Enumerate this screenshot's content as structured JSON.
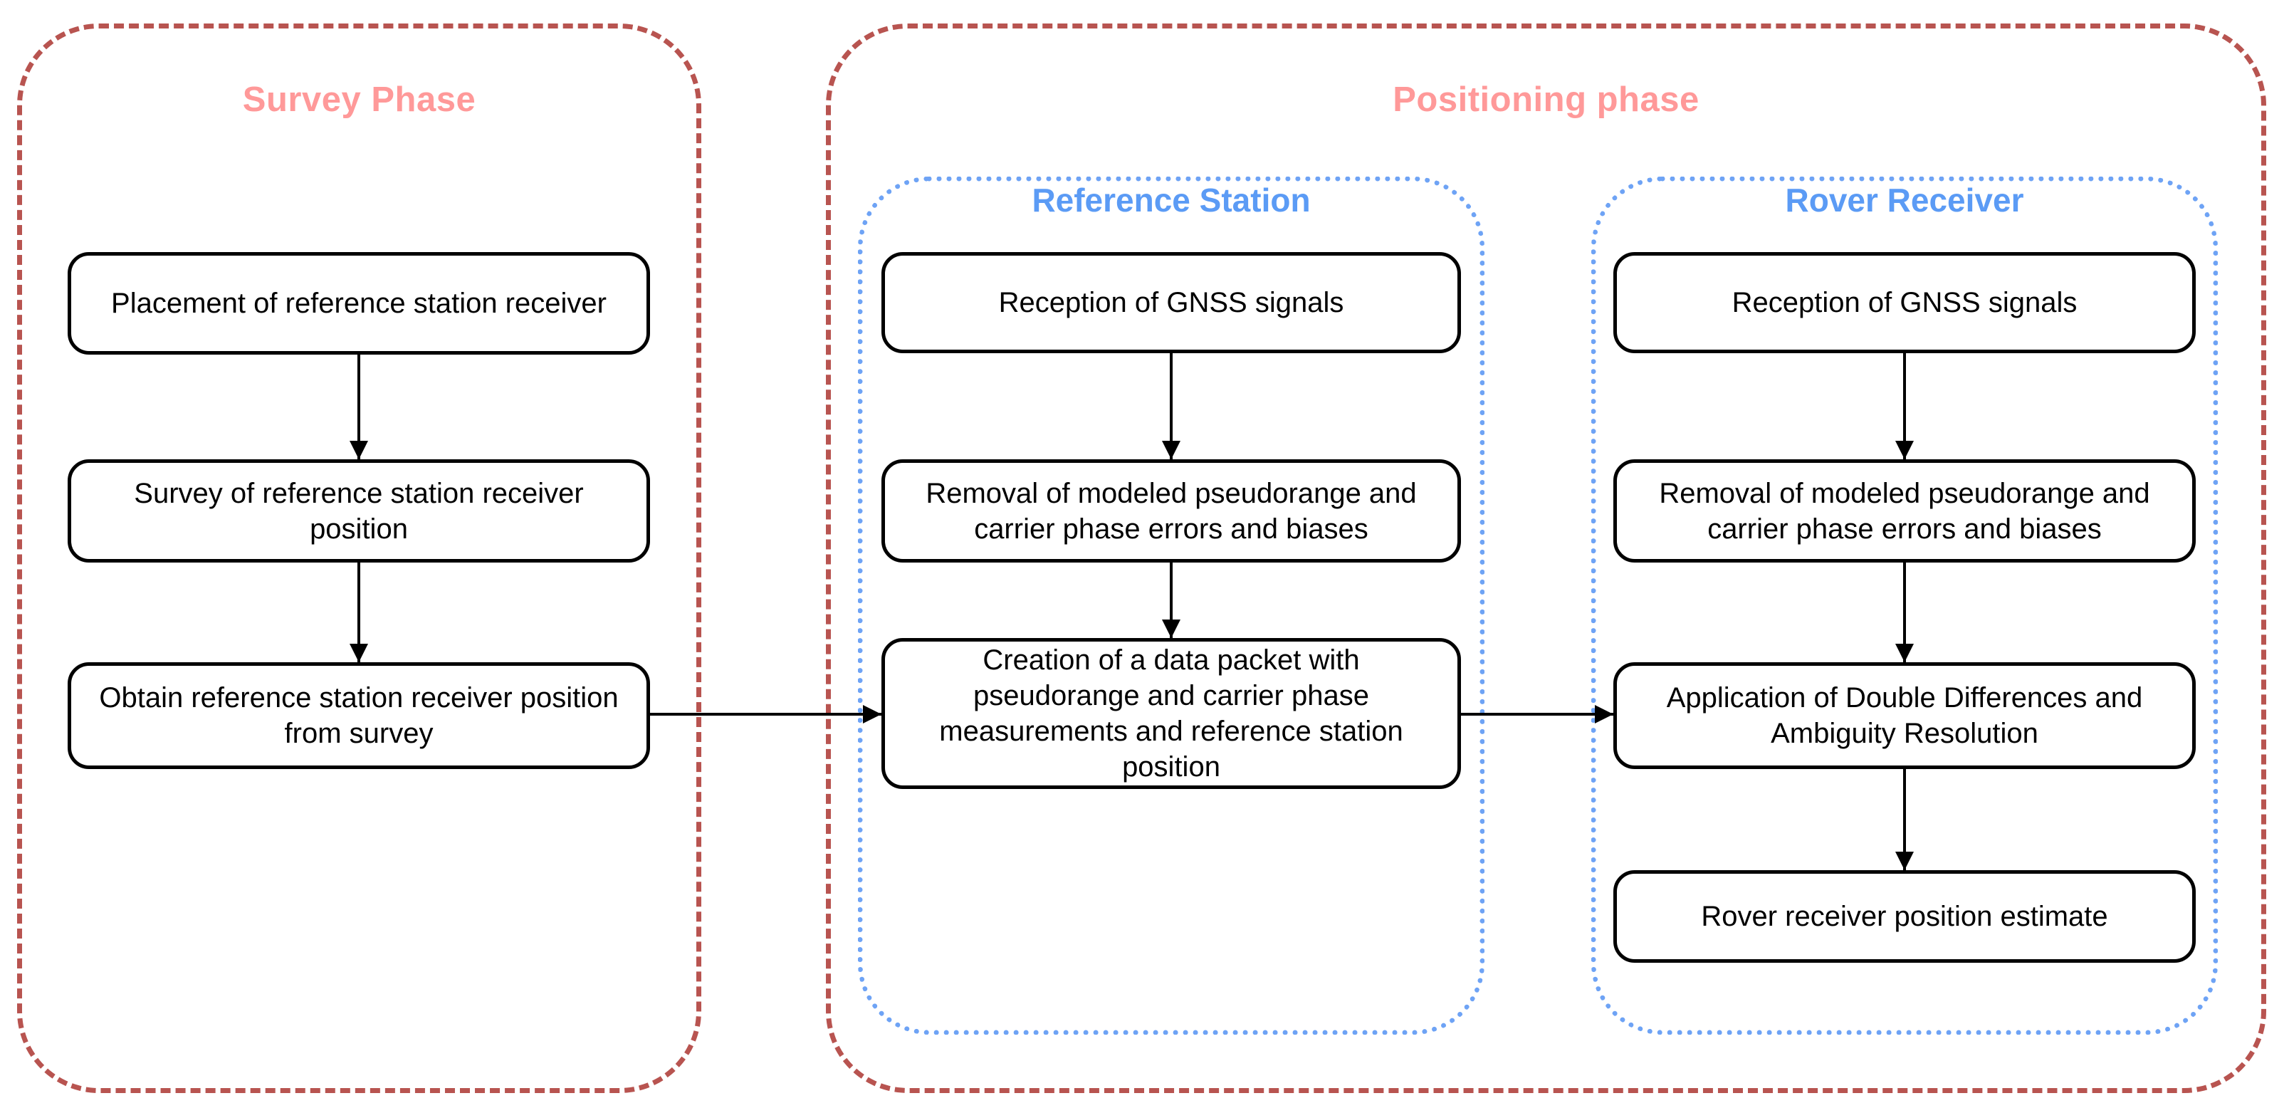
{
  "survey_phase": {
    "title": "Survey Phase",
    "steps": [
      "Placement of reference station receiver",
      "Survey of reference station receiver\nposition",
      "Obtain reference station receiver position\nfrom survey"
    ]
  },
  "positioning_phase": {
    "title": "Positioning phase",
    "reference_station": {
      "title": "Reference Station",
      "steps": [
        "Reception of GNSS signals",
        "Removal of modeled pseudorange and\ncarrier phase errors and biases",
        "Creation of a data packet with\npseudorange and carrier phase\nmeasurements and reference station\nposition"
      ]
    },
    "rover_receiver": {
      "title": "Rover Receiver",
      "steps": [
        "Reception of GNSS signals",
        "Removal of modeled pseudorange and\ncarrier phase errors and biases",
        "Application of Double Differences and\nAmbiguity Resolution",
        "Rover receiver position estimate"
      ]
    }
  },
  "colors": {
    "phase_outline": "#b85450",
    "phase_title": "#ff9999",
    "group_outline": "#6ea3f5",
    "group_title": "#5b9bf5",
    "node_outline": "#000000",
    "node_fill": "#ffffff",
    "arrow": "#000000",
    "background": "#ffffff"
  }
}
